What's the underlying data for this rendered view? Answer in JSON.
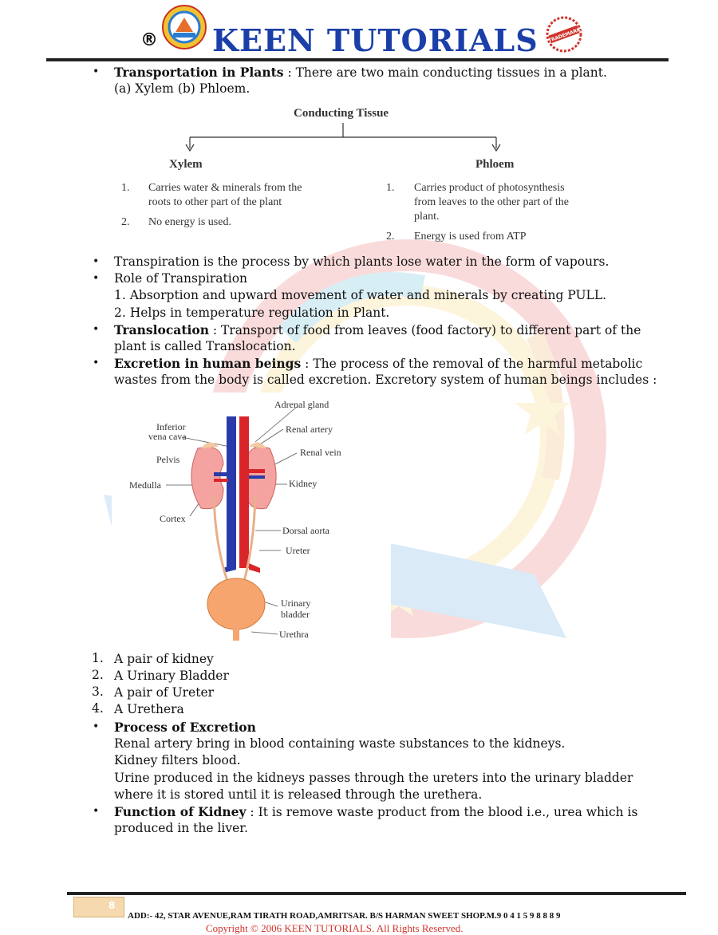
{
  "header": {
    "registered_mark": "®",
    "brand": "KEEN TUTORIALS",
    "trademark_seal": "TRADEMARK"
  },
  "transport": {
    "heading": "Transportation in Plants",
    "text": " : There are two main conducting tissues in a plant.",
    "line2": "(a) Xylem (b) Phloem."
  },
  "conducting_tissue": {
    "title": "Conducting Tissue",
    "xylem": {
      "heading": "Xylem",
      "items": [
        {
          "num": "1.",
          "lines": [
            "Carries water & minerals from the",
            "roots to other part of the plant"
          ]
        },
        {
          "num": "2.",
          "lines": [
            "No energy is used."
          ]
        }
      ]
    },
    "phloem": {
      "heading": "Phloem",
      "items": [
        {
          "num": "1.",
          "lines": [
            "Carries product of photosynthesis",
            "from leaves to the other part of the",
            "plant."
          ]
        },
        {
          "num": "2.",
          "lines": [
            "Energy is used from ATP"
          ]
        }
      ]
    }
  },
  "transpiration": {
    "definition": "Transpiration is the process by which plants lose water in the form of vapours.",
    "role_heading": "Role of Transpiration",
    "role_1": "1. Absorption and upward movement of water and minerals by creating PULL.",
    "role_2": "2. Helps in temperature regulation in Plant."
  },
  "translocation": {
    "heading": "Translocation",
    "text": " : Transport of food from leaves (food factory) to different part of the",
    "line2": "plant is called Translocation."
  },
  "excretion": {
    "heading": "Excretion in human beings",
    "text": " : The process of the removal of the harmful metabolic",
    "line2": "wastes from the body is called excretion. Excretory system of human beings includes :"
  },
  "kidney_labels": {
    "adrenal_gland": "Adrenal gland",
    "inferior_vena_cava_1": "Inferior",
    "inferior_vena_cava_2": "vena cava",
    "renal_artery": "Renal artery",
    "renal_vein": "Renal vein",
    "pelvis": "Pelvis",
    "medulla": "Medulla",
    "kidney": "Kidney",
    "cortex": "Cortex",
    "dorsal_aorta": "Dorsal aorta",
    "ureter": "Ureter",
    "urinary_bladder_1": "Urinary",
    "urinary_bladder_2": "bladder",
    "urethra": "Urethra"
  },
  "organs": [
    {
      "num": "1.",
      "text": "A pair of kidney"
    },
    {
      "num": "2.",
      "text": "A Urinary Bladder"
    },
    {
      "num": "3.",
      "text": "A pair of Ureter"
    },
    {
      "num": "4.",
      "text": "A Urethera"
    }
  ],
  "process": {
    "heading": "Process of Excretion",
    "line1": "Renal artery bring in blood containing waste substances to the kidneys.",
    "line2": "Kidney filters blood.",
    "line3": "Urine produced in the kidneys passes through the ureters into the urinary bladder",
    "line4": "where it is stored until it is released through the urethera."
  },
  "kidney_function": {
    "heading": "Function of Kidney",
    "text": " : It is remove waste product from the blood i.e., urea which is",
    "line2": "produced in the liver."
  },
  "footer": {
    "page": "8",
    "address": "ADD:- 42, STAR AVENUE,RAM TIRATH ROAD,AMRITSAR. B/S HARMAN SWEET SHOP.M.9 0 4 1 5 9 8 8 8 9",
    "copyright": "Copyright © 2006 KEEN TUTORIALS. All Rights Reserved."
  },
  "colors": {
    "brand_blue": "#1b3fa8",
    "copyright_red": "#d0342c",
    "artery_red": "#d9252a",
    "vein_blue": "#2a3aa8",
    "kidney_pink": "#f4a3a0"
  }
}
